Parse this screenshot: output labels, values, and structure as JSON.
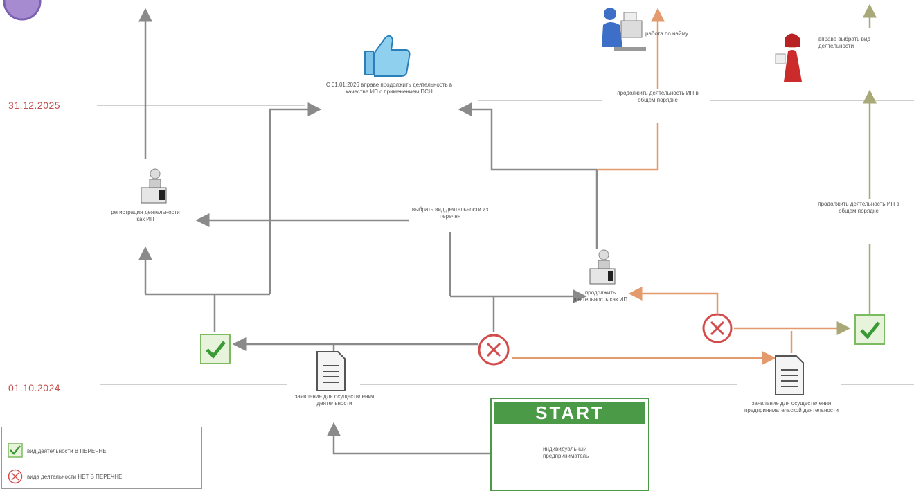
{
  "header": {
    "title": ""
  },
  "dates": {
    "top": "31.12.2025",
    "bottom": "01.10.2024"
  },
  "start": {
    "label": "START",
    "caption": "индивидуальный предприниматель"
  },
  "nodes": {
    "thumbs": "С 01.01.2026 вправе продолжить деятельность в качестве ИП с применением ПСН",
    "employment": "работа по найму",
    "woman": "вправе выбрать вид деятельности",
    "register_left": "регистрация деятельности как ИП",
    "choose_kind": "выбрать вид деятельности из перечня",
    "register_center": "продолжить деятельность как ИП",
    "continue_general": "продолжить деятельность ИП в общем порядке",
    "continue_general_right": "продолжить деятельность ИП в общем порядке",
    "apply_left": "заявление для осуществления деятельности",
    "apply_right": "заявление для осуществления предпринимательской деятельности"
  },
  "legend": {
    "allowed": "вид деятельности В ПЕРЕЧНЕ",
    "not_allowed": "вида деятельности НЕТ В ПЕРЕЧНЕ"
  },
  "colors": {
    "accent": "#c0504d",
    "ok": "#4a9a48",
    "line": "#8a8a8a",
    "orange": "#e39a6d",
    "olive": "#a8a878"
  },
  "icons": [
    "check-icon",
    "cross-icon",
    "thumbs-up-icon",
    "person-desk-icon",
    "document-icon",
    "woman-icon"
  ]
}
